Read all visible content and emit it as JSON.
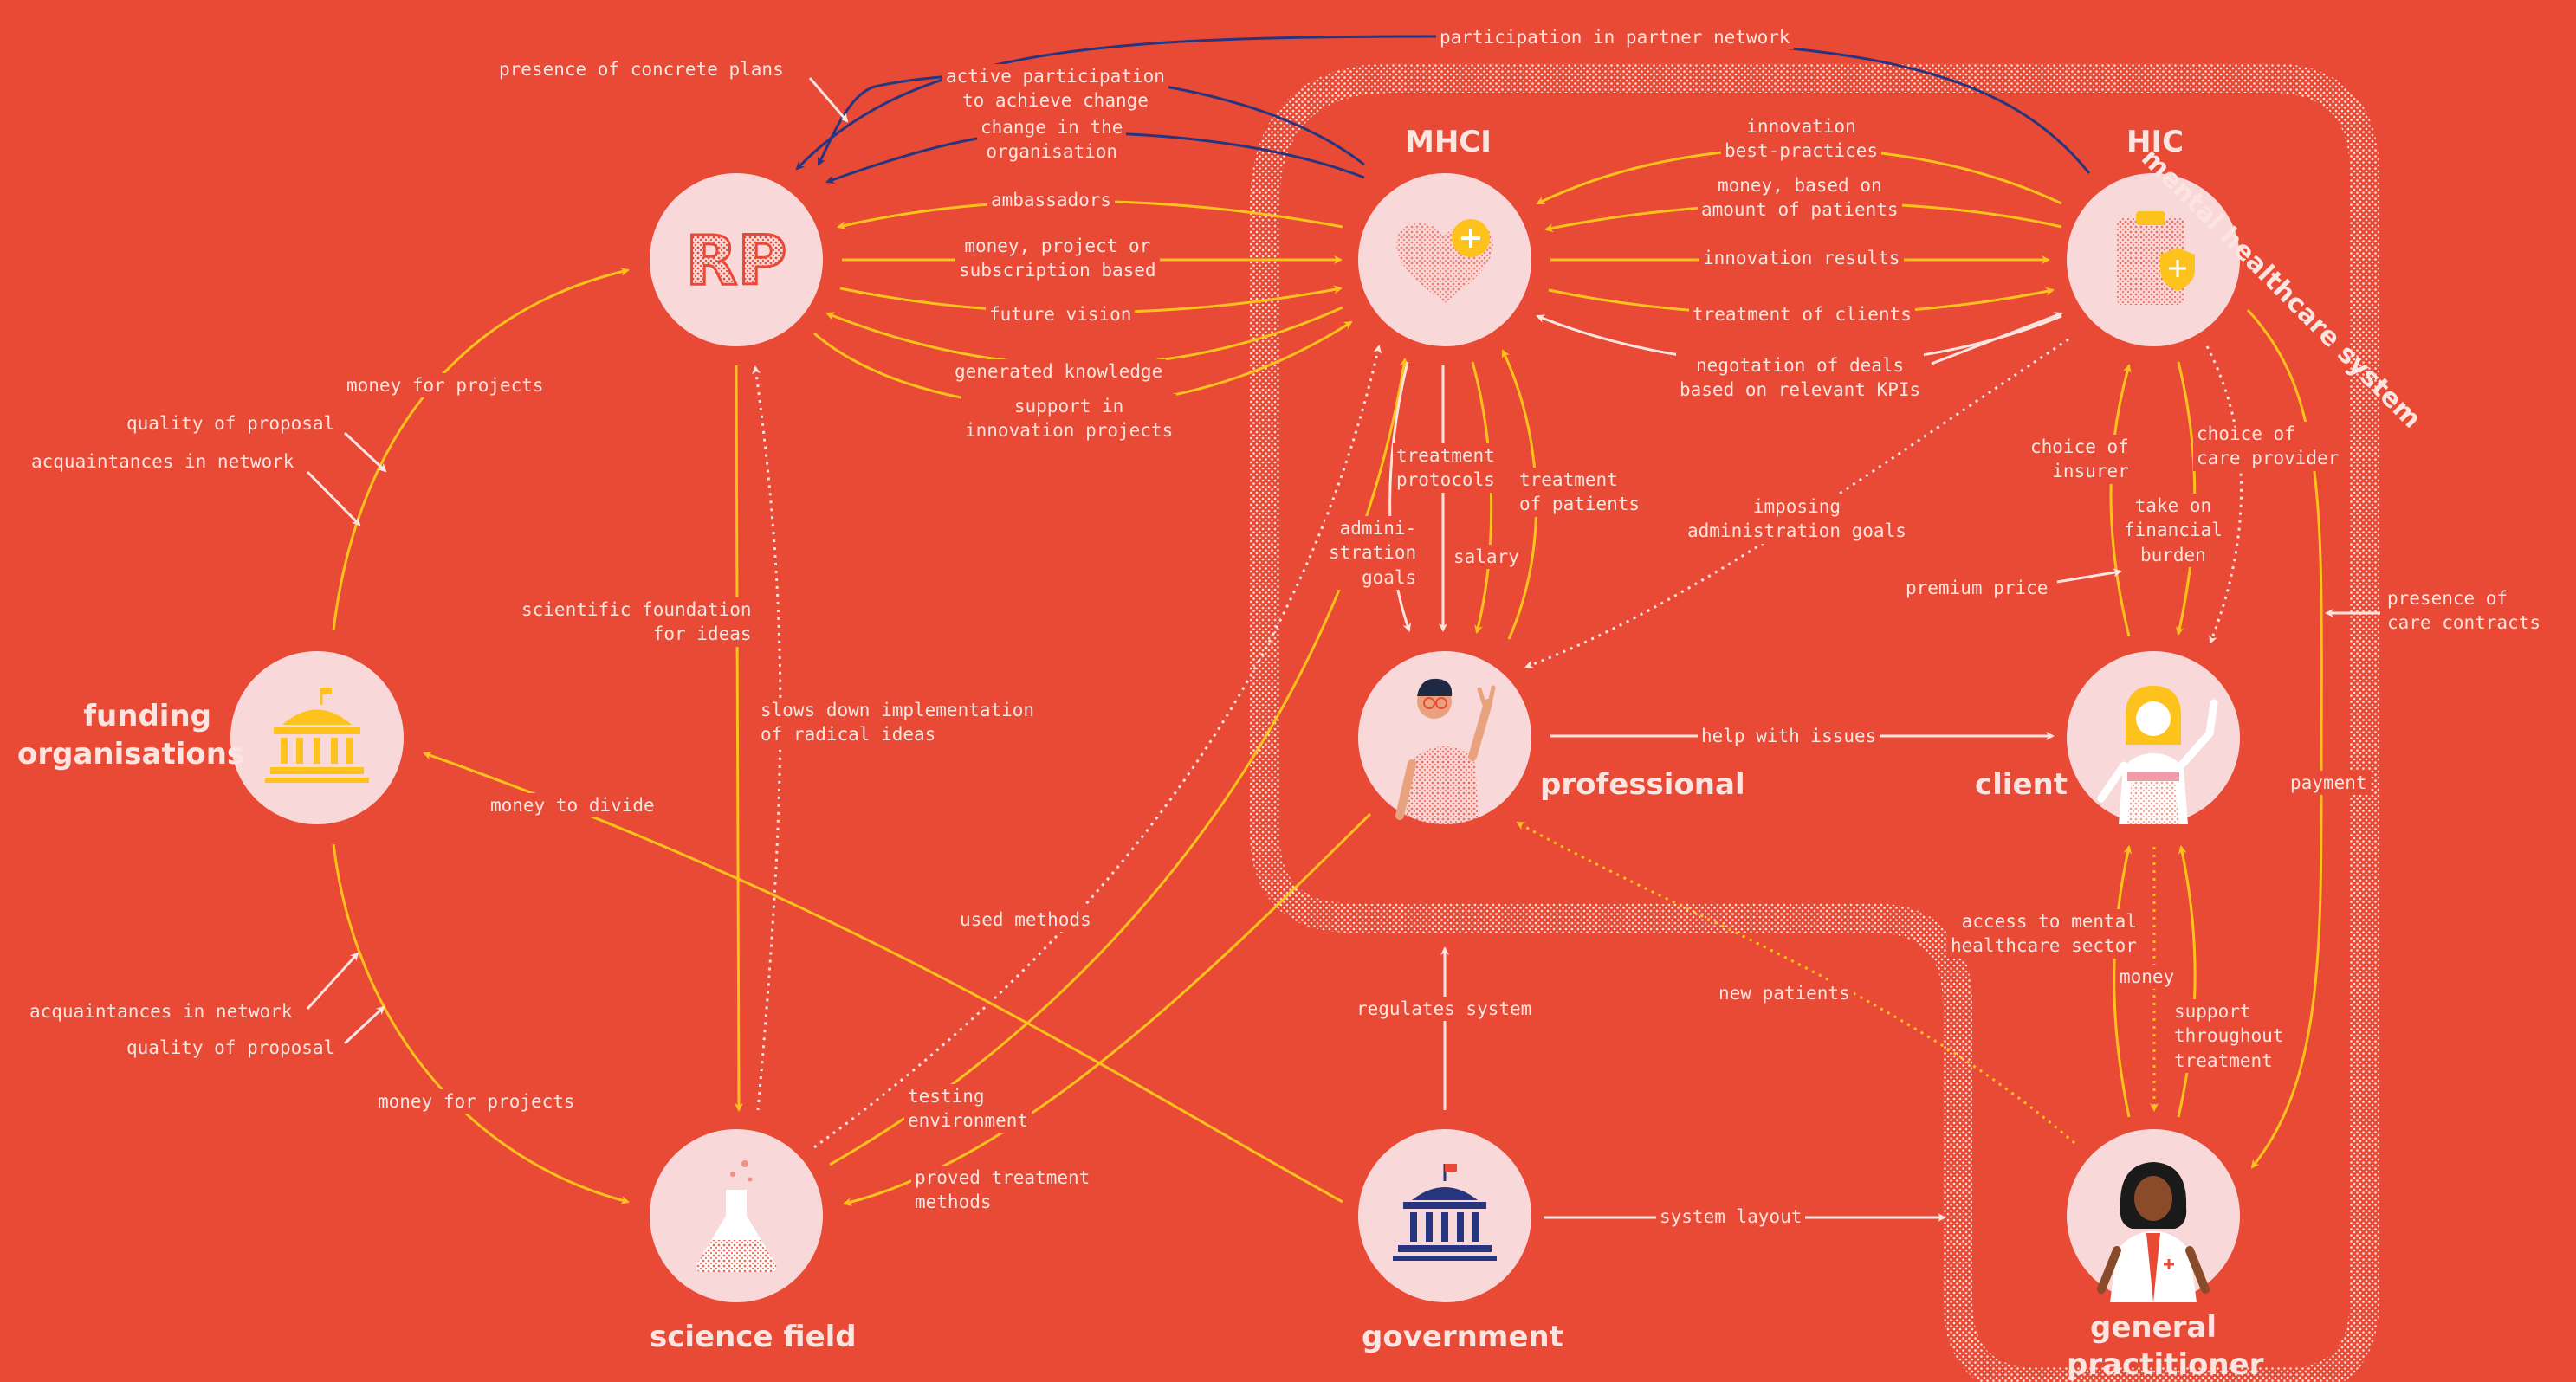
{
  "system_label": "mental healthcare system",
  "nodes": {
    "rp": {
      "label": "",
      "logo": "RP"
    },
    "mhci": {
      "label": "MHCI"
    },
    "hic": {
      "label": "HIC"
    },
    "funding": {
      "label": "funding\norganisations"
    },
    "professional": {
      "label": "professional"
    },
    "client": {
      "label": "client"
    },
    "science": {
      "label": "science field"
    },
    "government": {
      "label": "government"
    },
    "gp": {
      "label": "general\npractitioner"
    }
  },
  "edges": [
    {
      "id": "e01",
      "label": "participation in partner network"
    },
    {
      "id": "e02",
      "label": "presence of concrete plans"
    },
    {
      "id": "e03",
      "label": "active participation\nto achieve change"
    },
    {
      "id": "e04",
      "label": "change in the\norganisation"
    },
    {
      "id": "e05",
      "label": "ambassadors"
    },
    {
      "id": "e06",
      "label": "money, project or\nsubscription based"
    },
    {
      "id": "e07",
      "label": "future vision"
    },
    {
      "id": "e08",
      "label": "generated knowledge"
    },
    {
      "id": "e09",
      "label": "support in\ninnovation projects"
    },
    {
      "id": "e10",
      "label": "innovation\nbest-practices"
    },
    {
      "id": "e11",
      "label": "money, based on\namount of patients"
    },
    {
      "id": "e12",
      "label": "innovation results"
    },
    {
      "id": "e13",
      "label": "treatment of clients"
    },
    {
      "id": "e14",
      "label": "negotation of deals\nbased on relevant KPIs"
    },
    {
      "id": "e15",
      "label": "money for projects"
    },
    {
      "id": "e16",
      "label": "quality of proposal"
    },
    {
      "id": "e17",
      "label": "acquaintances in network"
    },
    {
      "id": "e18",
      "label": "scientific foundation\nfor ideas"
    },
    {
      "id": "e19",
      "label": "slows down implementation\nof radical ideas"
    },
    {
      "id": "e20",
      "label": "treatment\nprotocols"
    },
    {
      "id": "e21",
      "label": "treatment\nof patients"
    },
    {
      "id": "e22",
      "label": "admini-\nstration\ngoals"
    },
    {
      "id": "e23",
      "label": "salary"
    },
    {
      "id": "e24",
      "label": "imposing\nadministration goals"
    },
    {
      "id": "e25",
      "label": "choice of\ninsurer"
    },
    {
      "id": "e26",
      "label": "choice of\ncare provider"
    },
    {
      "id": "e27",
      "label": "take on\nfinancial\nburden"
    },
    {
      "id": "e28",
      "label": "premium price"
    },
    {
      "id": "e29",
      "label": "presence of\ncare contracts"
    },
    {
      "id": "e30",
      "label": "payment"
    },
    {
      "id": "e31",
      "label": "help with issues"
    },
    {
      "id": "e32",
      "label": "money to divide"
    },
    {
      "id": "e33",
      "label": "used methods"
    },
    {
      "id": "e34",
      "label": "acquaintances in network"
    },
    {
      "id": "e35",
      "label": "quality of proposal"
    },
    {
      "id": "e36",
      "label": "money for projects"
    },
    {
      "id": "e37",
      "label": "testing\nenvironment"
    },
    {
      "id": "e38",
      "label": "proved treatment\nmethods"
    },
    {
      "id": "e39",
      "label": "regulates system"
    },
    {
      "id": "e40",
      "label": "system layout"
    },
    {
      "id": "e41",
      "label": "access to mental\nhealthcare sector"
    },
    {
      "id": "e42",
      "label": "money"
    },
    {
      "id": "e43",
      "label": "support\nthroughout\ntreatment"
    },
    {
      "id": "e44",
      "label": "new patients"
    }
  ],
  "colors": {
    "background": "#E84A35",
    "node_fill": "#F8D8D8",
    "arrow_yellow": "#FDC21C",
    "arrow_navy": "#27357E",
    "arrow_light": "#FCE4E0",
    "text": "#FCE4E0"
  }
}
